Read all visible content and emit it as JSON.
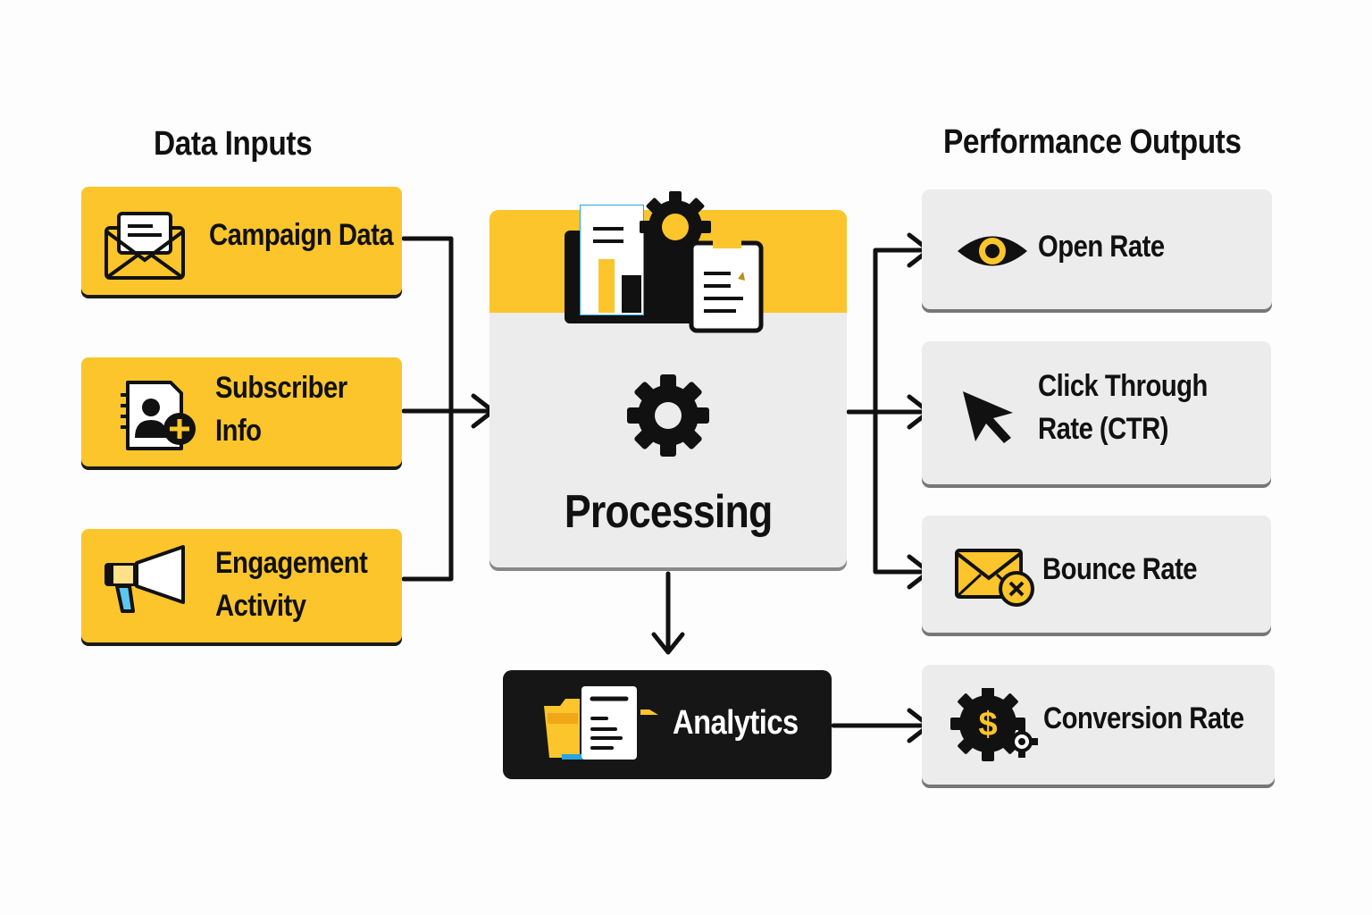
{
  "diagram": {
    "inputs_heading": "Data Inputs",
    "outputs_heading": "Performance Outputs",
    "inputs": [
      {
        "label_lines": [
          "Campaign Data"
        ],
        "icon": "envelope-document-icon"
      },
      {
        "label_lines": [
          "Subscriber",
          "Info"
        ],
        "icon": "contact-add-icon"
      },
      {
        "label_lines": [
          "Engagement",
          "Activity"
        ],
        "icon": "megaphone-icon"
      }
    ],
    "processing": {
      "label": "Processing",
      "header_icon": "report-chart-gear-clipboard-icon",
      "icon": "gear-icon"
    },
    "analytics": {
      "label": "Analytics",
      "icon": "folder-document-icon"
    },
    "outputs": [
      {
        "label_lines": [
          "Open Rate"
        ],
        "icon": "eye-icon"
      },
      {
        "label_lines": [
          "Click Through",
          "Rate (CTR)"
        ],
        "icon": "cursor-arrow-icon"
      },
      {
        "label_lines": [
          "Bounce Rate"
        ],
        "icon": "envelope-x-icon"
      },
      {
        "label_lines": [
          "Conversion Rate"
        ],
        "icon": "dollar-gear-icon"
      }
    ],
    "connections": [
      {
        "from": "Campaign Data",
        "to": "Processing"
      },
      {
        "from": "Subscriber Info",
        "to": "Processing"
      },
      {
        "from": "Engagement Activity",
        "to": "Processing"
      },
      {
        "from": "Processing",
        "to": "Open Rate"
      },
      {
        "from": "Processing",
        "to": "Click Through Rate (CTR)"
      },
      {
        "from": "Processing",
        "to": "Bounce Rate"
      },
      {
        "from": "Processing",
        "to": "Analytics"
      },
      {
        "from": "Analytics",
        "to": "Conversion Rate"
      }
    ],
    "colors": {
      "accent_yellow": "#fbc52b",
      "output_gray": "#ececec",
      "dark": "#161616"
    }
  }
}
